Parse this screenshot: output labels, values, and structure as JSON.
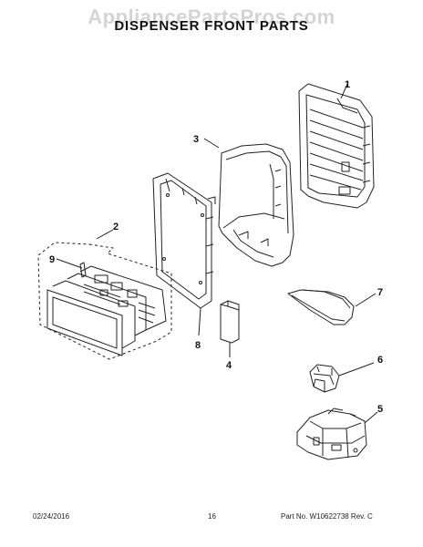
{
  "watermark": "AppliancePartsPros.com",
  "title": "DISPENSER FRONT PARTS",
  "callouts": [
    "1",
    "2",
    "3",
    "4",
    "5",
    "6",
    "7",
    "8",
    "9"
  ],
  "footer": {
    "date": "02/24/2016",
    "page": "16",
    "part": "Part No. W10622738  Rev. C"
  }
}
